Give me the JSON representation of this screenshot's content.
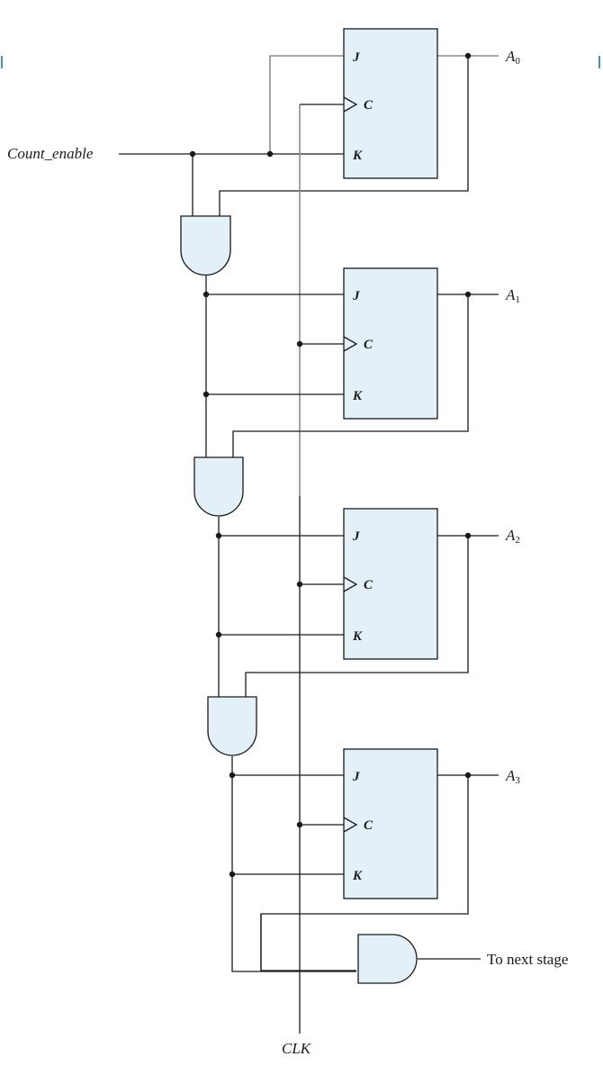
{
  "inputs": {
    "count_enable": "Count_enable",
    "clk": "CLK"
  },
  "flip_flops": [
    {
      "j": "J",
      "c": "C",
      "k": "K",
      "output": "A",
      "output_sub": "0"
    },
    {
      "j": "J",
      "c": "C",
      "k": "K",
      "output": "A",
      "output_sub": "1"
    },
    {
      "j": "J",
      "c": "C",
      "k": "K",
      "output": "A",
      "output_sub": "2"
    },
    {
      "j": "J",
      "c": "C",
      "k": "K",
      "output": "A",
      "output_sub": "3"
    }
  ],
  "carry_output": "To next stage",
  "colors": {
    "fill": "#e3f0f8",
    "line": "#1a1a1a",
    "accent_line": "#8c8c8c"
  }
}
